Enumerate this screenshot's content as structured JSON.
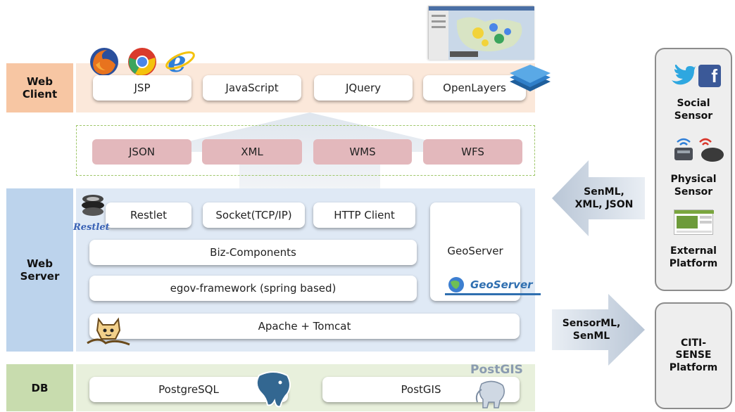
{
  "layers": {
    "web_client": "Web\nClient",
    "web_server": "Web\nServer",
    "db": "DB"
  },
  "web_client_items": [
    "JSP",
    "JavaScript",
    "JQuery",
    "OpenLayers"
  ],
  "formats": [
    "JSON",
    "XML",
    "WMS",
    "WFS"
  ],
  "server": {
    "restlet": "Restlet",
    "socket": "Socket(TCP/IP)",
    "http_client": "HTTP Client",
    "biz": "Biz-Components",
    "egov": "egov-framework (spring based)",
    "geoserver": "GeoServer",
    "tomcat": "Apache + Tomcat",
    "restlet_logo": "Restlet",
    "geoserver_logo": "GeoServer"
  },
  "db_items": [
    "PostgreSQL",
    "PostGIS"
  ],
  "postgis_logo": "PostGIS",
  "arrows": {
    "inbound": "SenML,\nXML, JSON",
    "outbound": "SensorML,\nSenML"
  },
  "sensors": {
    "social": "Social\nSensor",
    "physical": "Physical\nSensor",
    "external": "External\nPlatform"
  },
  "citi_sense": "CITI-\nSENSE\nPlatform",
  "colors": {
    "client_bg": "#fbe8da",
    "client_label_bg": "#f7c6a3",
    "server_bg": "#dfe9f5",
    "server_label_bg": "#bcd3ec",
    "db_bg": "#e8f0dc",
    "db_label_bg": "#c8dcae",
    "pink": "#e3b8bc"
  }
}
